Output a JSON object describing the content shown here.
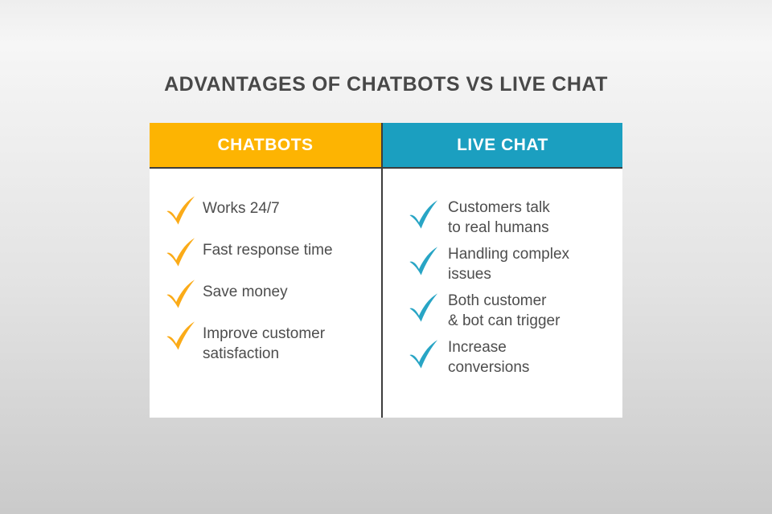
{
  "title": "ADVANTAGES OF CHATBOTS VS LIVE CHAT",
  "table": {
    "columns": [
      {
        "header": "CHATBOTS",
        "accent_color": "#fdb402",
        "check_color": "#fbab18",
        "check_icon": "check-icon",
        "items": [
          {
            "label": "Works 24/7"
          },
          {
            "label": "Fast response time"
          },
          {
            "label": "Save money"
          },
          {
            "label": "Improve customer\nsatisfaction"
          }
        ]
      },
      {
        "header": "LIVE CHAT",
        "accent_color": "#1b9fc0",
        "check_color": "#28a5c5",
        "check_icon": "check-icon",
        "items": [
          {
            "label": "Customers talk\nto real humans"
          },
          {
            "label": "Handling complex\nissues"
          },
          {
            "label": "Both customer\n& bot can trigger"
          },
          {
            "label": "Increase\nconversions"
          }
        ]
      }
    ]
  },
  "colors": {
    "title_text": "#484848",
    "body_text": "#4d4d4d",
    "divider": "#3d3d3d",
    "panel_bg": "#ffffff",
    "background_top": "#f6f6f6",
    "background_bottom": "#cacaca"
  }
}
